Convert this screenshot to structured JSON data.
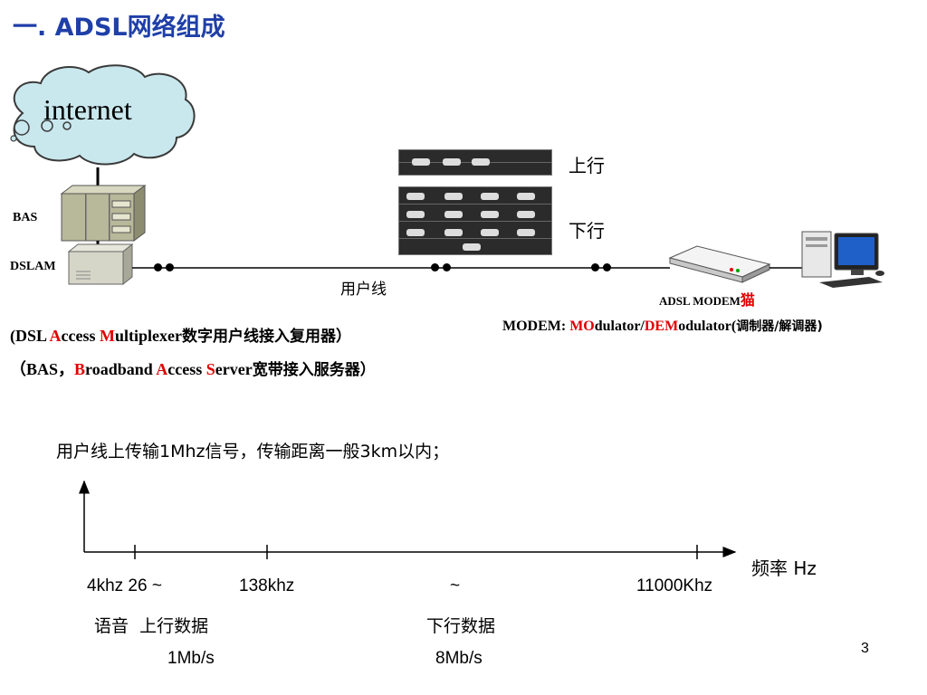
{
  "title": "一. ADSL网络组成",
  "cloud_label": "internet",
  "devices": {
    "bas": "BAS",
    "dslam": "DSLAM",
    "modem_label": "ADSL MODEM",
    "modem_cat": "猫"
  },
  "line_label": "用户线",
  "traffic": {
    "up": "上行",
    "down": "下行"
  },
  "dsl_def": {
    "open": "(DSL ",
    "a": "A",
    "a_rest": "ccess ",
    "m": "M",
    "m_rest": "ultiplexer",
    "cn": "数字用户线接入复用器）"
  },
  "bas_def": {
    "open": "（BAS，",
    "b": "B",
    "b_rest": "roadband ",
    "a": "A",
    "a_rest": "ccess ",
    "s": "S",
    "s_rest": "erver",
    "cn": "宽带接入服务器）"
  },
  "modem_def": {
    "prefix": "MODEM: ",
    "mo": "MO",
    "mo_rest": "dulator/",
    "dem": "DEM",
    "dem_rest": "odulator(",
    "cn": "调制器/解调器)"
  },
  "statement": "用户线上传输1Mhz信号，传输距离一般3km以内；",
  "axis": {
    "unit_label": "频率 Hz",
    "ticks": [
      "4khz  26   ~",
      "138khz",
      "~",
      "11000Khz"
    ],
    "bands": [
      "语音  上行数据",
      "下行数据"
    ],
    "rates": [
      "1Mb/s",
      "8Mb/s"
    ]
  },
  "page_number": "3",
  "colors": {
    "title": "#1f3fa8",
    "accent_red": "#e00000",
    "cloud_fill": "#c9e8ee"
  }
}
